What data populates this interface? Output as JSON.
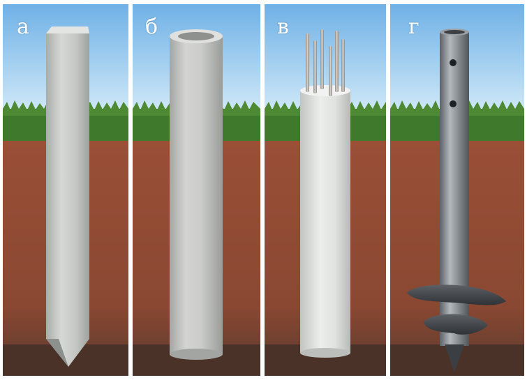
{
  "panels": [
    {
      "label": "а",
      "type": "square-driven-pile"
    },
    {
      "label": "б",
      "type": "hollow-round-pile"
    },
    {
      "label": "в",
      "type": "bored-rebar-pile"
    },
    {
      "label": "г",
      "type": "screw-pile"
    }
  ],
  "colors": {
    "sky_top": "#6fb1e6",
    "sky_bottom": "#d9eefa",
    "grass": "#3f7a2c",
    "soil": "#8e4a34",
    "soil_dark": "#4a3229",
    "concrete": "#c9cbc8",
    "steel": "#7c8288"
  }
}
